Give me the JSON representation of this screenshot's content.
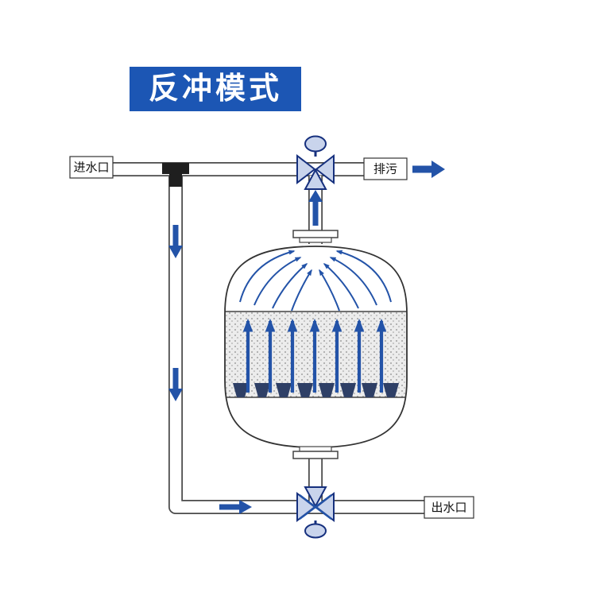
{
  "title": {
    "label": "反冲模式"
  },
  "labels": {
    "inlet": "进水口",
    "drain": "排污",
    "outlet": "出水口"
  },
  "colors": {
    "title_bg": "#1c56b4",
    "title_text": "#ffffff",
    "flow_arrow_blue": "#2353a8",
    "valve_navy": "#16307e",
    "valve_fill": "#c9d4ec",
    "pipe_outline": "#4a4a4a",
    "pipe_fill": "#ffffff",
    "tank_outline": "#333333",
    "media_fill": "#ececec",
    "media_dot": "#8a8a8a",
    "fitting_dark": "#1f1f1f"
  }
}
